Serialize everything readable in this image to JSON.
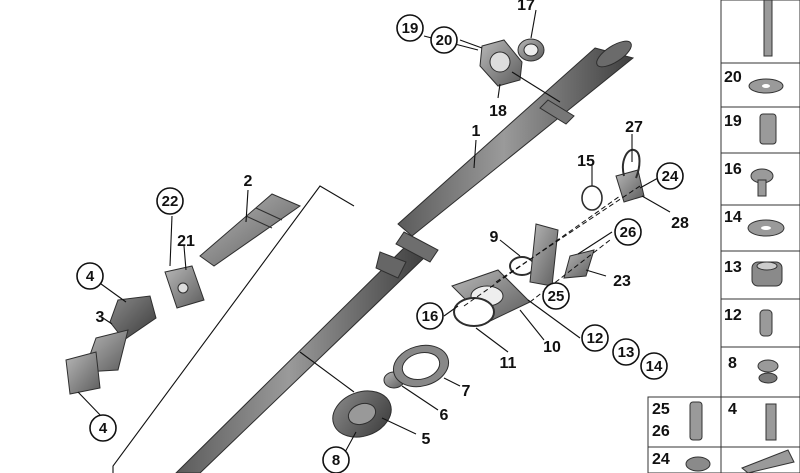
{
  "callouts": {
    "p1": "1",
    "p2": "2",
    "p3": "3",
    "p4a": "4",
    "p4b": "4",
    "p5": "5",
    "p6": "6",
    "p7": "7",
    "p8": "8",
    "p9": "9",
    "p10": "10",
    "p11": "11",
    "p12": "12",
    "p13": "13",
    "p14": "14",
    "p15": "15",
    "p16": "16",
    "p17": "17",
    "p18": "18",
    "p19": "19",
    "p20": "20",
    "p21": "21",
    "p22": "22",
    "p23": "23",
    "p24": "24",
    "p25": "25",
    "p26": "26",
    "p27": "27",
    "p28": "28"
  },
  "legend": {
    "row1": "20",
    "row2": "19",
    "row3": "16",
    "row4": "14",
    "row5": "13",
    "row6": "12",
    "row7": "8",
    "row8a": "25",
    "row8b": "26",
    "row8c": "4",
    "row9": "24"
  }
}
